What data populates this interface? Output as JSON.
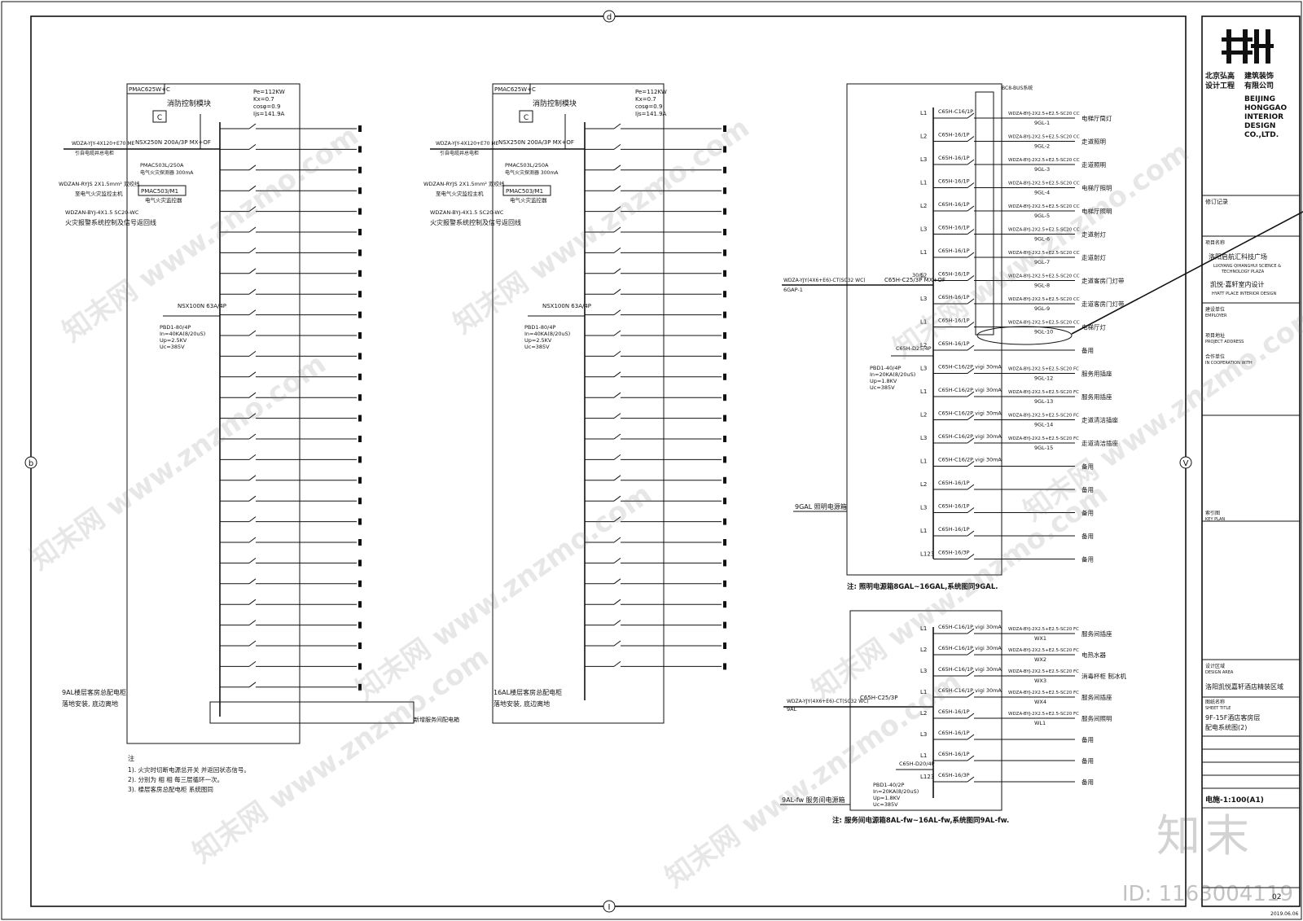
{
  "frame": {
    "grid_top": "d",
    "grid_bottom": "I",
    "grid_left": "b",
    "grid_right": "V"
  },
  "panel1": {
    "code": "PMAC625W+C",
    "module": "消防控制模块",
    "module_tag": "C",
    "params": [
      "Pe=112KW",
      "Kx=0.7",
      "cosφ=0.9",
      "Ijs=141.9A"
    ],
    "feeder_cable": "WDZA-YJY-4X120+E70 ME",
    "feeder_note": "引自电缆井总电柜",
    "main_breaker": "NSX250N 200A/3P MX+OF",
    "fire_cable": "WDZAN-RYJS 2X1.5mm² 双绞线",
    "fire_note": "至电气火灾监控主机",
    "fire_monitor": "PMAC503L/250A",
    "fire_monitor2": "电气火灾探测器 300mA",
    "monitor_box": "PMAC503/M1",
    "monitor_label": "电气火灾监控器",
    "alarm_cable": "WDZAN-BYJ-4X1.5 SC20-WC",
    "alarm_note": "火灾报警系统控制及信号返回线",
    "spd_breaker": "NSX100N 63A/4P",
    "spd": [
      "PBD1-80/4P",
      "In=40KA(8/20uS)",
      "Up=2.5KV",
      "Uc=385V"
    ],
    "caption": "9AL楼层客房总配电柜",
    "caption2": "落地安装, 底边离地",
    "spare_circuit_label": "新增服务间配电箱"
  },
  "panel2": {
    "code": "PMAC625W+C",
    "module": "消防控制模块",
    "module_tag": "C",
    "params": [
      "Pe=112KW",
      "Kx=0.7",
      "cosφ=0.9",
      "Ijs=141.9A"
    ],
    "feeder_cable": "WDZA-YJY-4X120+E70 ME",
    "feeder_note": "引自电缆井总电柜",
    "main_breaker": "NSX250N 200A/3P MX+OF",
    "fire_cable": "WDZAN-RYJS 2X1.5mm² 双绞线",
    "fire_note": "至电气火灾监控主机",
    "fire_monitor": "PMAC503L/250A",
    "fire_monitor2": "电气火灾探测器 300mA",
    "monitor_box": "PMAC503/M1",
    "monitor_label": "电气火灾监控器",
    "alarm_cable": "WDZAN-BYJ-4X1.5 SC20-WC",
    "alarm_note": "火灾报警系统控制及信号返回线",
    "spd_breaker": "NSX100N 63A/4P",
    "spd": [
      "PBD1-80/4P",
      "In=40KA(8/20uS)",
      "Up=2.5KV",
      "Uc=385V"
    ],
    "caption": "16AL楼层客房总配电柜",
    "caption2": "落地安装, 底边离地"
  },
  "notes": {
    "title": "注",
    "lines": [
      "1). 火灾时切断电源总开关 并返回状态信号。",
      "2). 分别为 相 相 每三层循环一次。",
      "3). 楼层客房总配电柜 系统图同"
    ]
  },
  "lighting": {
    "cable": "WDZA-YJY(4X6+E6)-CT(SC32 WC)",
    "cable_id": "6GAP-1",
    "main_breaker": "C65H-C25/3P MX+OF",
    "ct": "30/5",
    "spd_breaker": "C65H-D25/4P",
    "spd": [
      "PBD1-40/4P",
      "In=20KA(8/20uS)",
      "Up=1.8KV",
      "Uc=385V"
    ],
    "box_label": "9GAL 照明电源箱",
    "bus_note": "BC8-BUS系统",
    "note": "注: 照明电源箱8GAL~16GAL,系统图同9GAL.",
    "rows": [
      {
        "ph": "L1",
        "brk": "C65H-C16/1P",
        "cable": "WDZA-BYJ-2X2.5+E2.5-SC20 CC",
        "id": "9GL-1",
        "load": "电梯厅筒灯"
      },
      {
        "ph": "L2",
        "brk": "C65H-16/1P",
        "cable": "WDZA-BYJ-2X2.5+E2.5-SC20 CC",
        "id": "9GL-2",
        "load": "走道照明"
      },
      {
        "ph": "L3",
        "brk": "C65H-16/1P",
        "cable": "WDZA-BYJ-2X2.5+E2.5-SC20 CC",
        "id": "9GL-3",
        "load": "走道照明"
      },
      {
        "ph": "L1",
        "brk": "C65H-16/1P",
        "cable": "WDZA-BYJ-2X2.5+E2.5-SC20 CC",
        "id": "9GL-4",
        "load": "电梯厅照明"
      },
      {
        "ph": "L2",
        "brk": "C65H-16/1P",
        "cable": "WDZA-BYJ-2X2.5+E2.5-SC20 CC",
        "id": "9GL-5",
        "load": "电梯厅照明"
      },
      {
        "ph": "L3",
        "brk": "C65H-16/1P",
        "cable": "WDZA-BYJ-2X2.5+E2.5-SC20 CC",
        "id": "9GL-6",
        "load": "走道射灯"
      },
      {
        "ph": "L1",
        "brk": "C65H-16/1P",
        "cable": "WDZA-BYJ-2X2.5+E2.5-SC20 CC",
        "id": "9GL-7",
        "load": "走道射灯"
      },
      {
        "ph": "L2",
        "brk": "C65H-16/1P",
        "cable": "WDZA-BYJ-2X2.5+E2.5-SC20 CC",
        "id": "9GL-8",
        "load": "走道客房门灯带"
      },
      {
        "ph": "L3",
        "brk": "C65H-16/1P",
        "cable": "WDZA-BYJ-2X2.5+E2.5-SC20 CC",
        "id": "9GL-9",
        "load": "走道客房门灯带"
      },
      {
        "ph": "L1",
        "brk": "C65H-16/1P",
        "cable": "WDZA-BYJ-2X2.5+E2.5-SC20 CC",
        "id": "9GL-10",
        "load": "电梯厅灯"
      },
      {
        "ph": "L2",
        "brk": "C65H-16/1P",
        "cable": "",
        "id": "",
        "load": "备用"
      },
      {
        "ph": "L3",
        "brk": "C65H-C16/2P vigi 30mA",
        "cable": "WDZA-BYJ-2X2.5+E2.5-SC20 FC",
        "id": "9GL-12",
        "load": "服务用插座"
      },
      {
        "ph": "L1",
        "brk": "C65H-C16/2P vigi 30mA",
        "cable": "WDZA-BYJ-2X2.5+E2.5-SC20 FC",
        "id": "9GL-13",
        "load": "服务用插座"
      },
      {
        "ph": "L2",
        "brk": "C65H-C16/2P vigi 30mA",
        "cable": "WDZA-BYJ-2X2.5+E2.5-SC20 FC",
        "id": "9GL-14",
        "load": "走道清洁插座"
      },
      {
        "ph": "L3",
        "brk": "C65H-C16/2P vigi 30mA",
        "cable": "WDZA-BYJ-2X2.5+E2.5-SC20 FC",
        "id": "9GL-15",
        "load": "走道清洁插座"
      },
      {
        "ph": "L1",
        "brk": "C65H-C16/2P vigi 30mA",
        "cable": "",
        "id": "",
        "load": "备用"
      },
      {
        "ph": "L2",
        "brk": "C65H-16/1P",
        "cable": "",
        "id": "",
        "load": "备用"
      },
      {
        "ph": "L3",
        "brk": "C65H-16/1P",
        "cable": "",
        "id": "",
        "load": "备用"
      },
      {
        "ph": "L1",
        "brk": "C65H-16/1P",
        "cable": "",
        "id": "",
        "load": "备用"
      },
      {
        "ph": "L123",
        "brk": "C65H-16/3P",
        "cable": "",
        "id": "",
        "load": "备用"
      }
    ]
  },
  "service": {
    "cable": "WDZA-YJY(4X6+E6)-CT(SC32 WC)",
    "cable_id": "9AL",
    "main_breaker": "C65H-C25/3P",
    "spd_breaker": "C65H-D20/4P",
    "spd": [
      "PBD1-40/2P",
      "In=20KA(8/20uS)",
      "Up=1.8KV",
      "Uc=385V"
    ],
    "box_label": "9AL-fw 服务间电源箱",
    "note": "注: 服务间电源箱8AL-fw~16AL-fw,系统图同9AL-fw.",
    "rows": [
      {
        "ph": "L1",
        "brk": "C65H-C16/1P vigi 30mA",
        "cable": "WDZA-BYJ-2X2.5+E2.5-SC20 FC",
        "id": "WX1",
        "load": "服务间插座"
      },
      {
        "ph": "L2",
        "brk": "C65H-C16/1P vigi 30mA",
        "cable": "WDZA-BYJ-2X2.5+E2.5-SC20 FC",
        "id": "WX2",
        "load": "电热水器"
      },
      {
        "ph": "L3",
        "brk": "C65H-C16/1P vigi 30mA",
        "cable": "WDZA-BYJ-2X2.5+E2.5-SC20 FC",
        "id": "WX3",
        "load": "消毒杯柜 制冰机"
      },
      {
        "ph": "L1",
        "brk": "C65H-C16/1P vigi 30mA",
        "cable": "WDZA-BYJ-2X2.5+E2.5-SC20 FC",
        "id": "WX4",
        "load": "服务间插座"
      },
      {
        "ph": "L2",
        "brk": "C65H-16/1P",
        "cable": "WDZA-BYJ-2X2.5+E2.5-SC20 FC",
        "id": "WL1",
        "load": "服务间照明"
      },
      {
        "ph": "L3",
        "brk": "C65H-16/1P",
        "cable": "",
        "id": "",
        "load": "备用"
      },
      {
        "ph": "L1",
        "brk": "C65H-16/1P",
        "cable": "",
        "id": "",
        "load": "备用"
      },
      {
        "ph": "L123",
        "brk": "C65H-16/3P",
        "cable": "",
        "id": "",
        "load": "备用"
      }
    ]
  },
  "titleblock": {
    "company_cn": [
      "北京弘高",
      "建筑装饰",
      "设计工程",
      "有限公司"
    ],
    "company_en": [
      "BEIJING",
      "HONGGAO",
      "INTERIOR",
      "DESIGN",
      "CO.,LTD."
    ],
    "revision_label": "修订记录",
    "project_label": "项目名称",
    "project_name": "洛阳启航汇科技广场",
    "project_name_en": [
      "LUOYANG QIHANGHUI SCIENCE &",
      "TECHNOLOGY PLAZA"
    ],
    "brand": "凯悦·嘉轩室内设计",
    "brand_en": "HYATT PLACE INTERIOR DESIGN",
    "employer_label": [
      "建设单位",
      "EMPLOYER"
    ],
    "address_label": [
      "项目地址",
      "PROJECT ADDRESS"
    ],
    "coop_label": [
      "合作单位",
      "IN COOPERATION WITH"
    ],
    "keyplan_label": [
      "索引图",
      "KEY PLAN"
    ],
    "area_label": [
      "设计区域",
      "DESIGN AREA"
    ],
    "area": "洛阳凯悦嘉轩酒店精装区域",
    "sheet_label": [
      "图纸名称",
      "SHEET TITLE"
    ],
    "sheet_title": [
      "9F-15F酒店客房层",
      "配电系统图(2)"
    ],
    "sheet_no": "电施-1:100(A1)",
    "page_no": "02",
    "date": "2019.06.06"
  },
  "watermark": {
    "text": "知末网 www.znzmo.com",
    "logo": "知末",
    "id": "ID: 1163004119"
  }
}
